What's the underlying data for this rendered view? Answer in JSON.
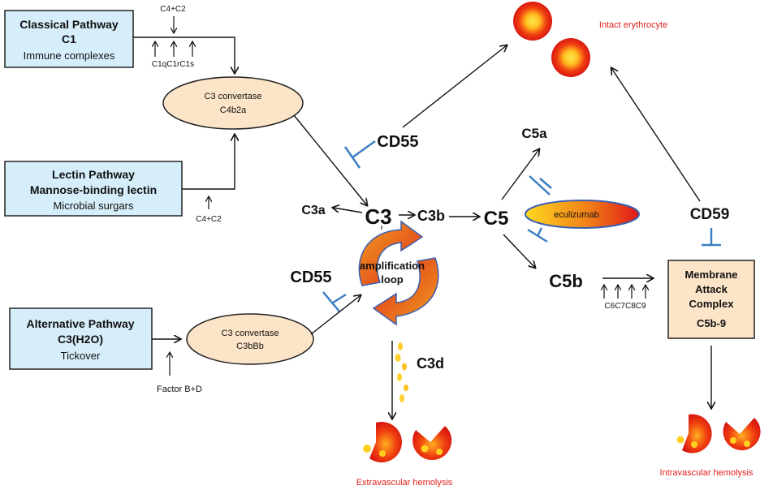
{
  "pathways": {
    "classical": {
      "title": "Classical Pathway",
      "subtitle": "C1",
      "detail": "Immune complexes",
      "top_input": "C4+C2",
      "components": "C1qC1rC1s"
    },
    "lectin": {
      "title": "Lectin Pathway",
      "subtitle": "Mannose-binding lectin",
      "detail": "Microbial surgars",
      "input": "C4+C2"
    },
    "alternative": {
      "title": "Alternative Pathway",
      "subtitle": "C3(H2O)",
      "detail": "Tickover",
      "input": "Factor B+D"
    }
  },
  "convertases": {
    "classical": {
      "line1": "C3 convertase",
      "line2": "C4b2a"
    },
    "alternative": {
      "line1": "C3 convertase",
      "line2": "C3bBb"
    }
  },
  "core": {
    "c3a": "C3a",
    "c3": "C3",
    "c3b": "C3b",
    "c5": "C5",
    "c5a": "C5a",
    "c5b": "C5b",
    "c3d": "C3d",
    "amplification_1": "amplification",
    "amplification_2": "loop"
  },
  "inhibitors": {
    "cd55_top": "CD55",
    "cd55_bottom": "CD55",
    "cd59": "CD59",
    "drug": "eculizumab"
  },
  "mac": {
    "line1": "Membrane",
    "line2": "Attack",
    "line3": "Complex",
    "line4": "C5b-9",
    "components": "C6C7C8C9"
  },
  "outcomes": {
    "intact": "Intact erythrocyte",
    "extravascular": "Extravascular hemolysis",
    "intravascular": "Intravascular hemolysis"
  },
  "colors": {
    "box_fill": "#d6eefa",
    "oval_fill": "#fce4c8",
    "mac_fill": "#fce4c8",
    "inhibitor": "#3b7fc4",
    "label_red": "#e0201c"
  }
}
